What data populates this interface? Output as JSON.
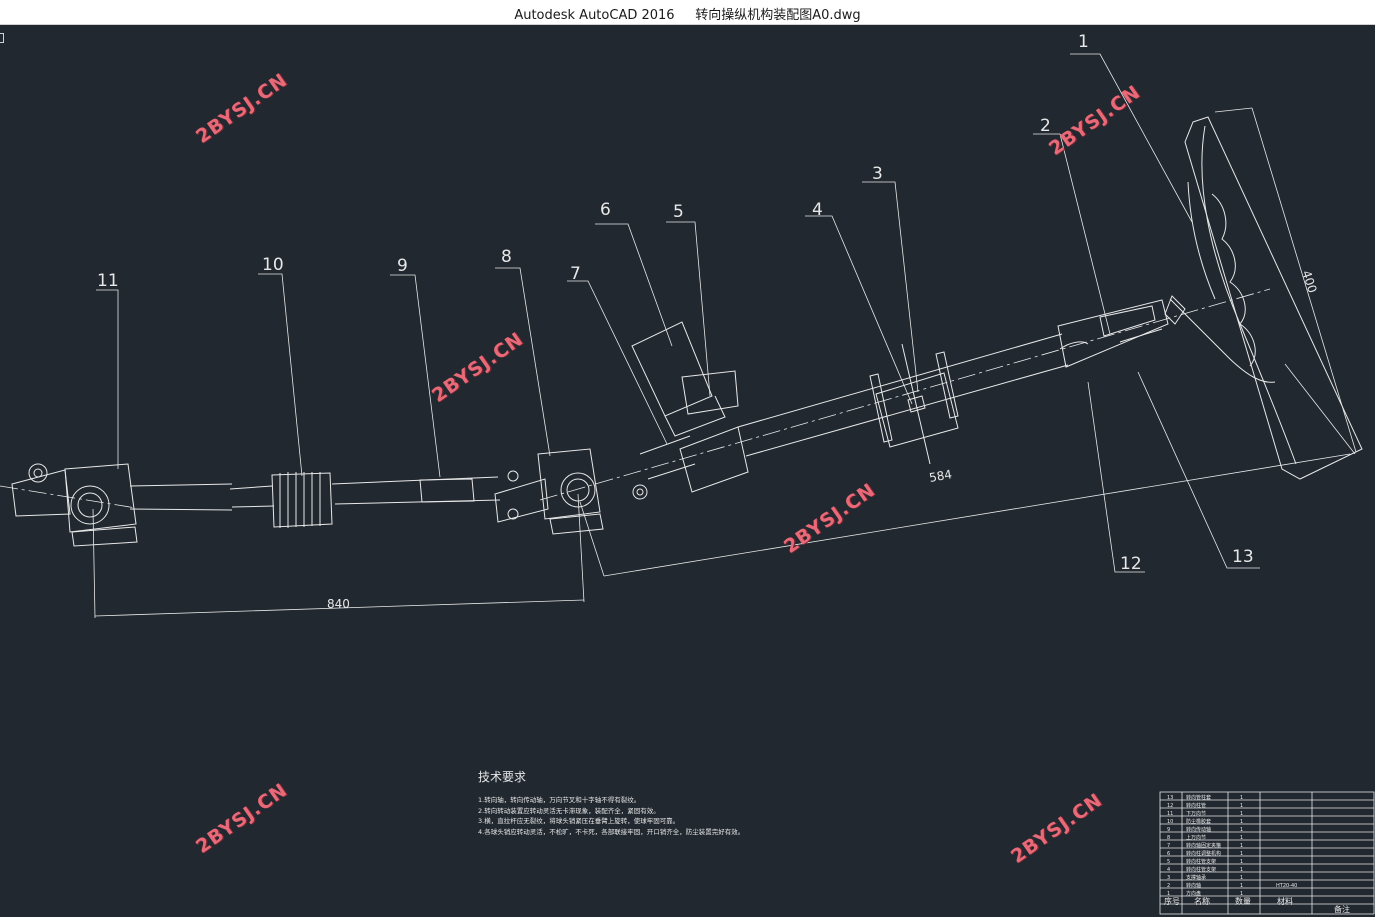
{
  "window": {
    "app_name": "Autodesk AutoCAD 2016",
    "file_name": "转向操纵机构装配图A0.dwg"
  },
  "balloons": [
    "1",
    "2",
    "3",
    "4",
    "5",
    "6",
    "7",
    "8",
    "9",
    "10",
    "11",
    "12",
    "13"
  ],
  "dimensions": {
    "d840": "840",
    "d584": "584",
    "d400": "400"
  },
  "watermark": "2BYSJ.CN",
  "tech_requirements": {
    "heading": "技术要求",
    "items": [
      "1.转向轴，转向传动轴，万向节叉和十字轴不得有裂纹。",
      "2.转向转动装置应转动灵活无卡滞现象，装配齐全，紧固有效。",
      "3.横，直拉杆应无裂纹，将球头销紧压在垂臂上旋转，使球牢固可靠。",
      "4.各球头销应转动灵活，不松旷，不卡死，各部联接牢固，开口销齐全，防尘装置完好有效。"
    ]
  },
  "bom": {
    "header": {
      "no": "序号",
      "name": "名称",
      "qty": "数量",
      "material": "材料",
      "remark": "备注"
    },
    "rows": [
      {
        "no": "13",
        "name": "转向管柱套",
        "qty": "1",
        "material": ""
      },
      {
        "no": "12",
        "name": "转向柱管",
        "qty": "1",
        "material": ""
      },
      {
        "no": "11",
        "name": "下万向节",
        "qty": "1",
        "material": ""
      },
      {
        "no": "10",
        "name": "防尘橡胶套",
        "qty": "1",
        "material": ""
      },
      {
        "no": "9",
        "name": "转向传动轴",
        "qty": "1",
        "material": ""
      },
      {
        "no": "8",
        "name": "上万向节",
        "qty": "1",
        "material": ""
      },
      {
        "no": "7",
        "name": "转向轴固定夹箍",
        "qty": "1",
        "material": ""
      },
      {
        "no": "6",
        "name": "转向柱调整机构",
        "qty": "1",
        "material": ""
      },
      {
        "no": "5",
        "name": "转向柱管支架",
        "qty": "1",
        "material": ""
      },
      {
        "no": "4",
        "name": "转向柱管支架",
        "qty": "1",
        "material": ""
      },
      {
        "no": "3",
        "name": "支撑轴承",
        "qty": "1",
        "material": ""
      },
      {
        "no": "2",
        "name": "转向轴",
        "qty": "1",
        "material": "HT20-40"
      },
      {
        "no": "1",
        "name": "方向盘",
        "qty": "1",
        "material": ""
      }
    ]
  },
  "colors": {
    "background": "#212830",
    "lines": "#e8e8e8",
    "watermark": "#e86a78"
  }
}
